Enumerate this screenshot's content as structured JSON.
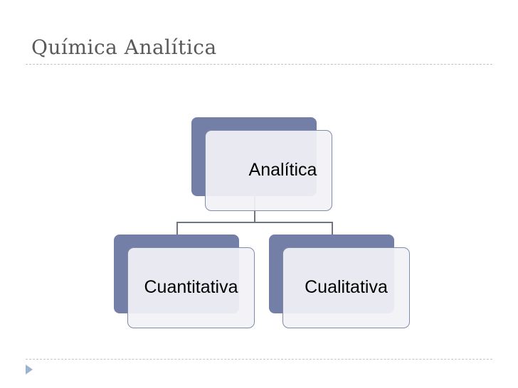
{
  "slide": {
    "title": "Química Analítica"
  },
  "diagram": {
    "root": {
      "label": "Analítica"
    },
    "children": [
      {
        "label": "Cuantitativa"
      },
      {
        "label": "Cualitativa"
      }
    ]
  },
  "colors": {
    "back_shape": "#737fa6",
    "front_card": "#f2f2f6",
    "card_border": "#7f89a8",
    "connector": "#6f7682",
    "title_text": "#595959",
    "divider": "#b9c6d3",
    "bullet": "#9bb3cf"
  }
}
